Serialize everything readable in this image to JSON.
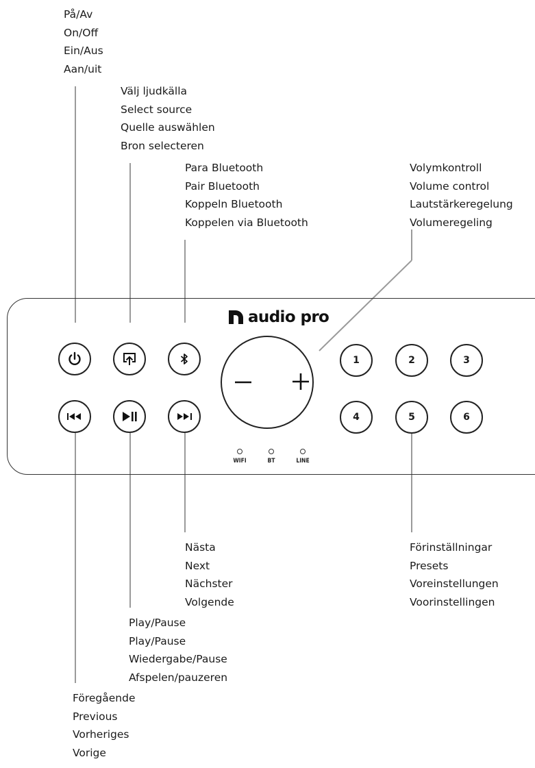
{
  "brand": "audio pro",
  "labels": {
    "power": [
      "På/Av",
      "On/Off",
      "Ein/Aus",
      "Aan/uit"
    ],
    "source": [
      "Välj ljudkälla",
      "Select source",
      "Quelle auswählen",
      "Bron selecteren"
    ],
    "bluetooth": [
      "Para Bluetooth",
      "Pair Bluetooth",
      "Koppeln Bluetooth",
      "Koppelen via Bluetooth"
    ],
    "volume": [
      "Volymkontroll",
      "Volume control",
      "Lautstärkeregelung",
      "Volumeregeling"
    ],
    "next": [
      "Nästa",
      "Next",
      "Nächster",
      "Volgende"
    ],
    "play_pause": [
      "Play/Pause",
      "Play/Pause",
      "Wiedergabe/Pause",
      "Afspelen/pauzeren"
    ],
    "previous": [
      "Föregående",
      "Previous",
      "Vorheriges",
      "Vorige"
    ],
    "presets": [
      "Förinställningar",
      "Presets",
      "Voreinstellungen",
      "Voorinstellingen"
    ]
  },
  "presets": [
    "1",
    "2",
    "3",
    "4",
    "5",
    "6"
  ],
  "indicators": [
    "WIFI",
    "BT",
    "LINE"
  ],
  "icons": {
    "power": "power-icon",
    "source": "source-select-icon",
    "bluetooth": "bluetooth-icon",
    "previous": "previous-icon",
    "play_pause": "play-pause-icon",
    "next": "next-icon",
    "volume_down": "minus-icon",
    "volume_up": "plus-icon"
  }
}
